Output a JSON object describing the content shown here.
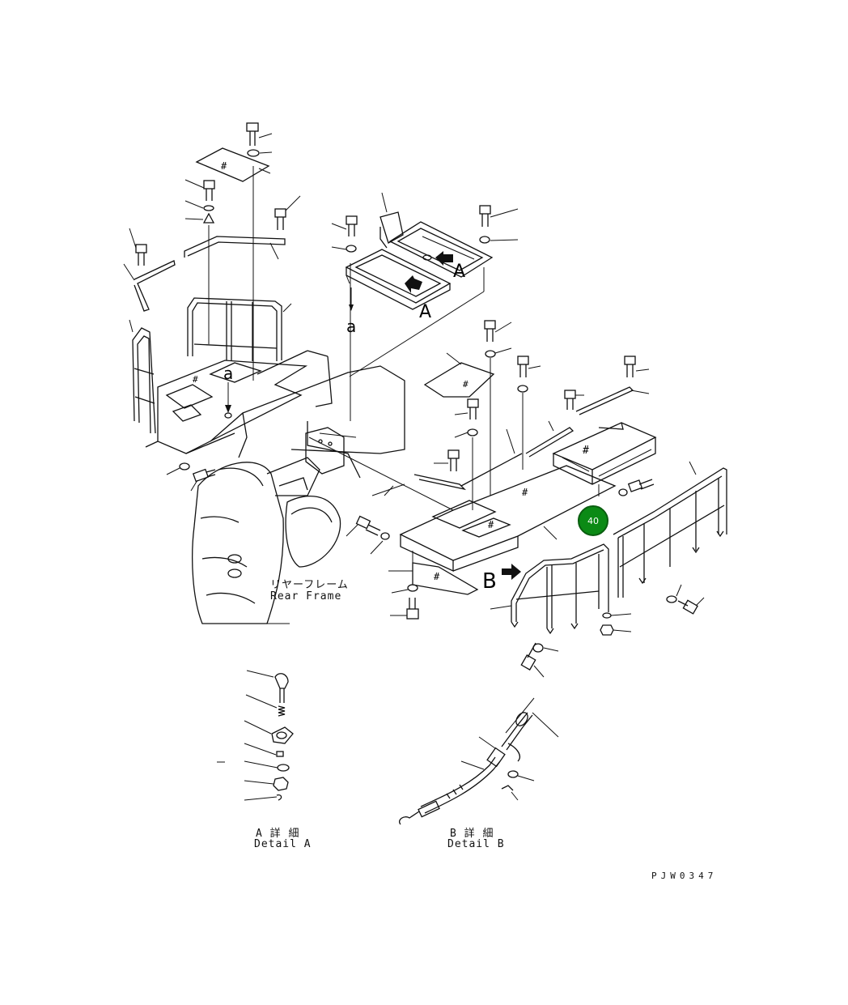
{
  "diagram": {
    "labels": {
      "view_a_lower": "A",
      "view_a_upper": "A",
      "view_b": "B",
      "arrow_a_small": "a",
      "arrow_a_frame": "a",
      "rear_frame_jp": "リヤーフレーム",
      "rear_frame_en": "Rear Frame",
      "detail_a_jp": "A 詳 細",
      "detail_a_en": "Detail A",
      "detail_b_jp": "B 詳 細",
      "detail_b_en": "Detail B",
      "drawing_code": "PJW0347"
    },
    "hotspot": {
      "label": "40",
      "color": "#0b8a15"
    }
  }
}
